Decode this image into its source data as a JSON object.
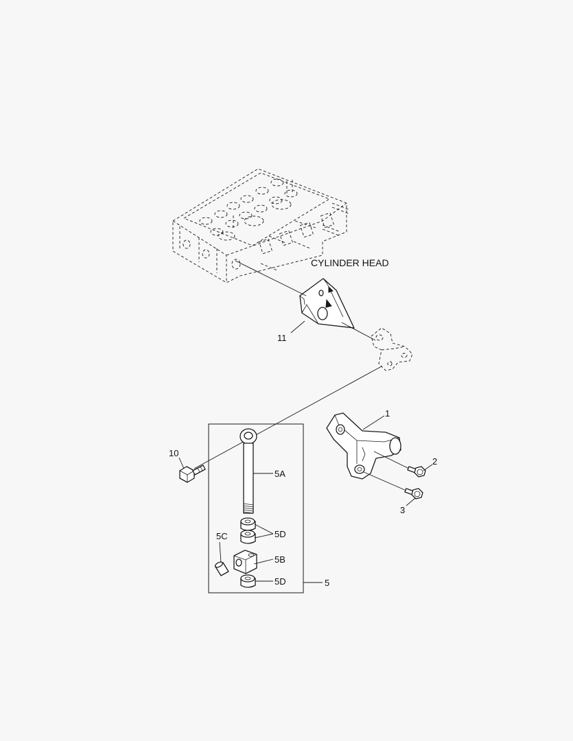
{
  "annotation_text": "CYLINDER HEAD",
  "callouts": {
    "part_1": "1",
    "part_2": "2",
    "part_3": "3",
    "part_5": "5",
    "part_5a": "5A",
    "part_5b": "5B",
    "part_5c": "5C",
    "part_5d_upper": "5D",
    "part_5d_lower": "5D",
    "part_10": "10",
    "part_11": "11"
  },
  "colors": {
    "background": "#f7f7f7",
    "line": "#1a1a1a"
  }
}
